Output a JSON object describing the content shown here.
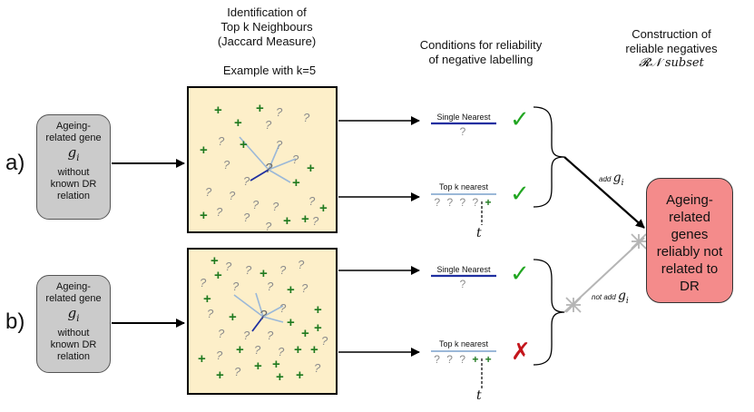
{
  "headers": {
    "identification": [
      "Identification of",
      "Top k Neighbours",
      "(Jaccard Measure)"
    ],
    "example": "Example with k=5",
    "conditions": [
      "Conditions for reliability",
      "of negative labelling"
    ],
    "construction": [
      "Construction of",
      "reliable negatives",
      "𝓡𝒩 subset"
    ]
  },
  "rows": [
    {
      "label": "a)",
      "gene_box": {
        "line1": "Ageing-",
        "line2": "related gene",
        "var": "g",
        "sub": "i",
        "line3": "without",
        "line4": "known DR",
        "line5": "relation"
      },
      "single": {
        "title": "Single Nearest",
        "seq": "?"
      },
      "topk": {
        "title": "Top k nearest",
        "seq_q": "? ? ? ?",
        "seq_p": "+",
        "t": "t"
      },
      "marks": [
        "✓",
        "✓"
      ],
      "decision": {
        "prefix": "add",
        "var": "g",
        "sub": "i"
      }
    },
    {
      "label": "b)",
      "gene_box": {
        "line1": "Ageing-",
        "line2": "related gene",
        "var": "g",
        "sub": "i",
        "line3": "without",
        "line4": "known DR",
        "line5": "relation"
      },
      "single": {
        "title": "Single Nearest",
        "seq": "?"
      },
      "topk": {
        "title": "Top k nearest",
        "seq_q": "? ? ?",
        "seq_p": "+ +",
        "t": "t"
      },
      "marks": [
        "✓",
        "✗"
      ],
      "decision": {
        "prefix": "not add",
        "var": "g",
        "sub": "i"
      }
    }
  ],
  "result": [
    "Ageing-",
    "related",
    "genes",
    "reliably not",
    "related to",
    "DR"
  ],
  "colors": {
    "panel": "#fdefc9",
    "gene_box": "#cbcbcb",
    "result": "#f48b8b",
    "plus": "#1f7a1f",
    "check": "#22a622",
    "cross": "#c4161c",
    "nearest_line": "#1f2fa0",
    "neighbour_line": "#9bb8d8"
  },
  "panel_symbols": {
    "a": {
      "plus_count": 11,
      "question_count": 17
    },
    "b": {
      "plus_count": 19,
      "question_count": 19
    }
  }
}
